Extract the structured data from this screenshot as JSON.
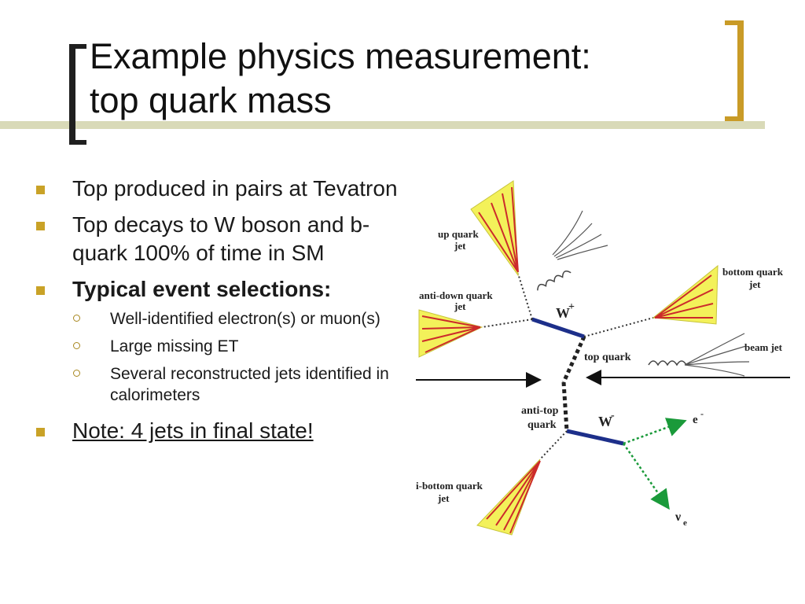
{
  "title": {
    "line1": "Example physics measurement:",
    "line2": "top quark mass"
  },
  "bullets": [
    {
      "text": "Top produced in pairs at Tevatron"
    },
    {
      "text": "Top decays to W boson and b-quark 100% of time in SM"
    },
    {
      "text": "Typical event selections:"
    },
    {
      "text": "Well-identified electron(s) or muon(s)"
    },
    {
      "text": "Large missing ET"
    },
    {
      "text": "Several reconstructed jets identified in calorimeters"
    },
    {
      "text": "Note: 4 jets in final state!"
    }
  ],
  "diagram": {
    "labels": {
      "up_quark": "up quark",
      "up_quark_jet": "jet",
      "anti_down": "anti-down quark",
      "anti_down_jet": "jet",
      "w_plus": "W",
      "w_plus_sup": "+",
      "bottom_quark": "bottom quark",
      "bottom_quark_jet": "jet",
      "beam_jet": "beam jet",
      "top_quark": "top quark",
      "anti_top": "anti-top",
      "anti_top_quark": "quark",
      "w_minus": "W",
      "w_minus_sup": "-",
      "electron": "e",
      "electron_sup": "-",
      "anti_bottom": "i-bottom quark",
      "anti_bottom_jet": "jet",
      "neutrino": "ν",
      "neutrino_sub": "e"
    },
    "colors": {
      "jet_fill": "#f3f15a",
      "jet_rays": "#cc2b2b",
      "w_line": "#1d2f8a",
      "lepton": "#1a9a3a",
      "accent": "#c9a227"
    }
  }
}
